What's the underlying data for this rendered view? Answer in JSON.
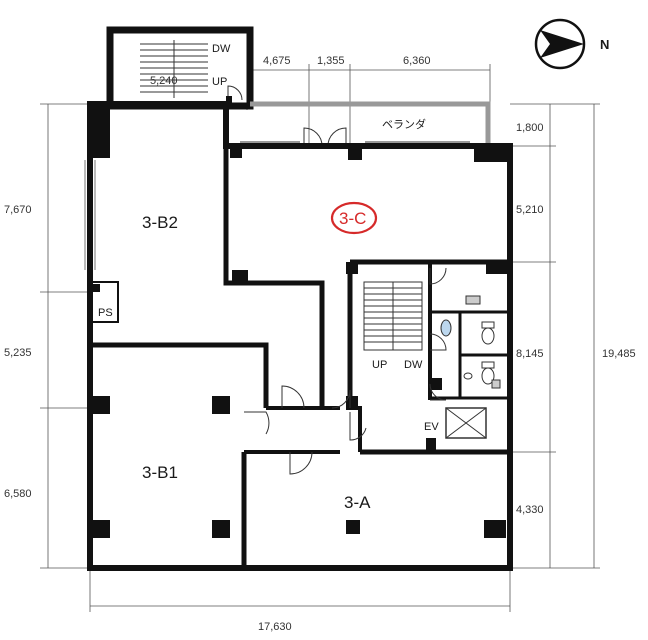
{
  "rooms": {
    "b2": "3-B2",
    "b1": "3-B1",
    "a": "3-A",
    "c": "3-C",
    "ps": "PS",
    "ev": "EV",
    "veranda": "ベランダ"
  },
  "stairs": {
    "top_dw": "DW",
    "top_up": "UP",
    "main_up": "UP",
    "main_dw": "DW"
  },
  "dimensions": {
    "top": [
      "4,675",
      "1,355",
      "6,360"
    ],
    "stair_width": "5,240",
    "left": [
      "7,670",
      "5,235",
      "6,580"
    ],
    "right": [
      "1,800",
      "5,210",
      "8,145",
      "4,330"
    ],
    "right_total": "19,485",
    "bottom_total": "17,630"
  },
  "compass": {
    "label": "N",
    "icon": "north-arrow-icon"
  },
  "colors": {
    "highlight": "#d62a2a",
    "wall": "#111111"
  }
}
